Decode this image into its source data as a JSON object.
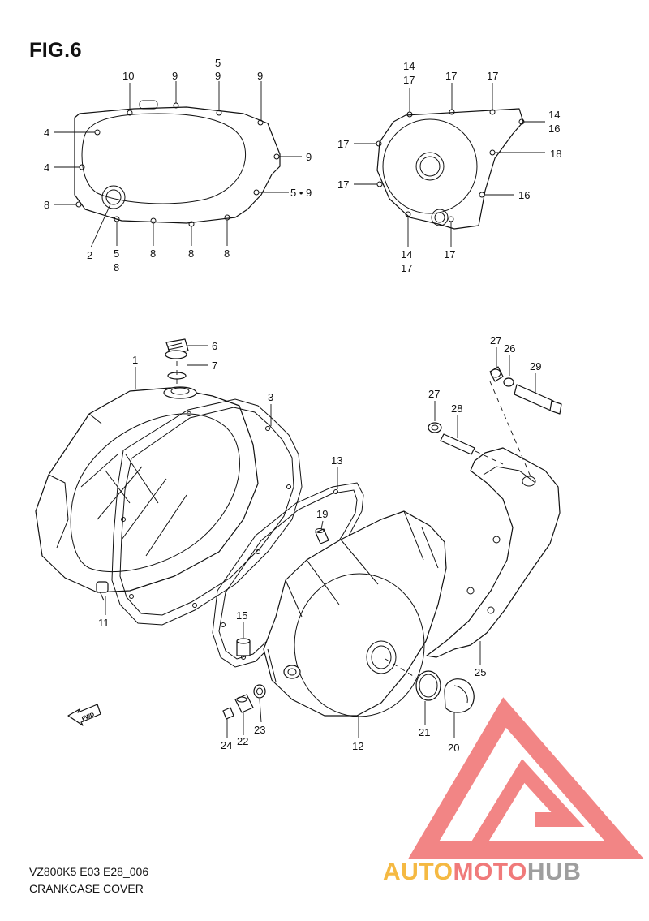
{
  "figure": {
    "title": "FIG.6",
    "model_code": "VZ800K5 E03 E28_006",
    "name": "CRANKCASE COVER"
  },
  "fwd_label": "FWD",
  "watermark": {
    "word_a": "AUTO",
    "word_b": "MOTO",
    "word_c": "HUB",
    "color_a": "#f5b942",
    "color_b": "#f07a7a",
    "color_c": "#9e9e9e",
    "logo_color": "#f07070"
  },
  "callouts": [
    {
      "id": "c-10",
      "text": "10"
    },
    {
      "id": "c-9a",
      "text": "9"
    },
    {
      "id": "c-5a",
      "text": "5"
    },
    {
      "id": "c-9b",
      "text": "9"
    },
    {
      "id": "c-9c",
      "text": "9"
    },
    {
      "id": "c-4a",
      "text": "4"
    },
    {
      "id": "c-9d",
      "text": "9"
    },
    {
      "id": "c-4b",
      "text": "4"
    },
    {
      "id": "c-59",
      "text": "5 • 9"
    },
    {
      "id": "c-8a",
      "text": "8"
    },
    {
      "id": "c-2",
      "text": "2"
    },
    {
      "id": "c-5b",
      "text": "5"
    },
    {
      "id": "c-8b",
      "text": "8"
    },
    {
      "id": "c-8c",
      "text": "8"
    },
    {
      "id": "c-8d",
      "text": "8"
    },
    {
      "id": "c-8e",
      "text": "8"
    },
    {
      "id": "c-14a",
      "text": "14"
    },
    {
      "id": "c-17a",
      "text": "17"
    },
    {
      "id": "c-17b",
      "text": "17"
    },
    {
      "id": "c-17c",
      "text": "17"
    },
    {
      "id": "c-14b",
      "text": "14"
    },
    {
      "id": "c-16a",
      "text": "16"
    },
    {
      "id": "c-17d",
      "text": "17"
    },
    {
      "id": "c-18",
      "text": "18"
    },
    {
      "id": "c-17e",
      "text": "17"
    },
    {
      "id": "c-16b",
      "text": "16"
    },
    {
      "id": "c-14c",
      "text": "14"
    },
    {
      "id": "c-17f",
      "text": "17"
    },
    {
      "id": "c-17g",
      "text": "17"
    },
    {
      "id": "c-6",
      "text": "6"
    },
    {
      "id": "c-7",
      "text": "7"
    },
    {
      "id": "c-1",
      "text": "1"
    },
    {
      "id": "c-3",
      "text": "3"
    },
    {
      "id": "c-27a",
      "text": "27"
    },
    {
      "id": "c-26",
      "text": "26"
    },
    {
      "id": "c-29",
      "text": "29"
    },
    {
      "id": "c-27b",
      "text": "27"
    },
    {
      "id": "c-28",
      "text": "28"
    },
    {
      "id": "c-13",
      "text": "13"
    },
    {
      "id": "c-19",
      "text": "19"
    },
    {
      "id": "c-11",
      "text": "11"
    },
    {
      "id": "c-15",
      "text": "15"
    },
    {
      "id": "c-25",
      "text": "25"
    },
    {
      "id": "c-23",
      "text": "23"
    },
    {
      "id": "c-22",
      "text": "22"
    },
    {
      "id": "c-24",
      "text": "24"
    },
    {
      "id": "c-12",
      "text": "12"
    },
    {
      "id": "c-21",
      "text": "21"
    },
    {
      "id": "c-20",
      "text": "20"
    }
  ]
}
